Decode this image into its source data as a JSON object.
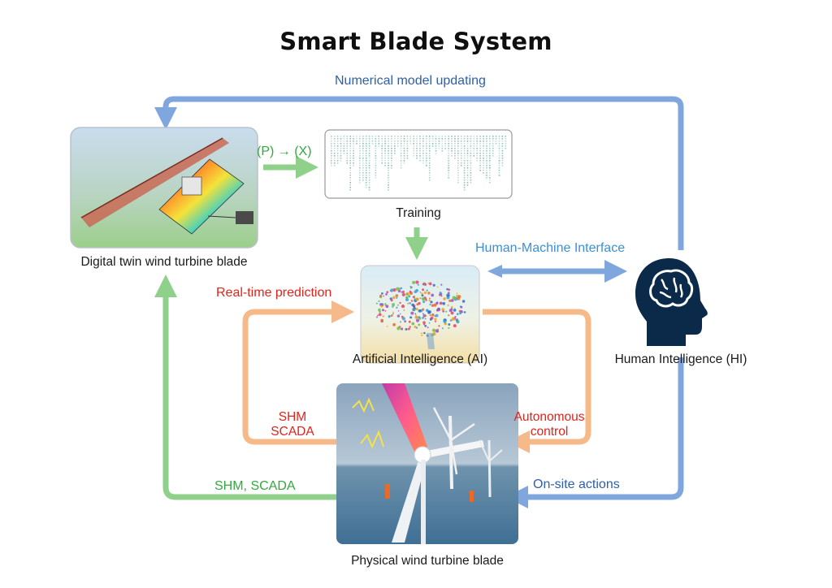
{
  "title": "Smart Blade System",
  "nodes": {
    "digital_twin": {
      "label": "Digital twin wind turbine blade"
    },
    "training": {
      "label": "Training"
    },
    "ai": {
      "label": "Artificial Intelligence (AI)"
    },
    "hi": {
      "label": "Human Intelligence (HI)"
    },
    "physical": {
      "label": "Physical wind turbine blade"
    }
  },
  "flows": {
    "numerical_model_updating": "Numerical model updating",
    "p_to_x": "(P) → (X)",
    "hmi": "Human-Machine Interface",
    "realtime_prediction": "Real-time prediction",
    "shm_line1": "SHM",
    "shm_line2": "SCADA",
    "autonomous_line1": "Autonomous",
    "autonomous_line2": "control",
    "shm_scada": "SHM, SCADA",
    "onsite_actions": "On-site actions"
  },
  "colors": {
    "blue_arrow": "#7fa7de",
    "green_arrow": "#8fd18a",
    "orange_arrow": "#f6b98a",
    "blue_text": "#2f5fa8",
    "red_text": "#e0241b",
    "green_text": "#33a83f"
  },
  "icons": {
    "hi": "human-head-brain-icon",
    "ai": "neural-brain-icon"
  }
}
